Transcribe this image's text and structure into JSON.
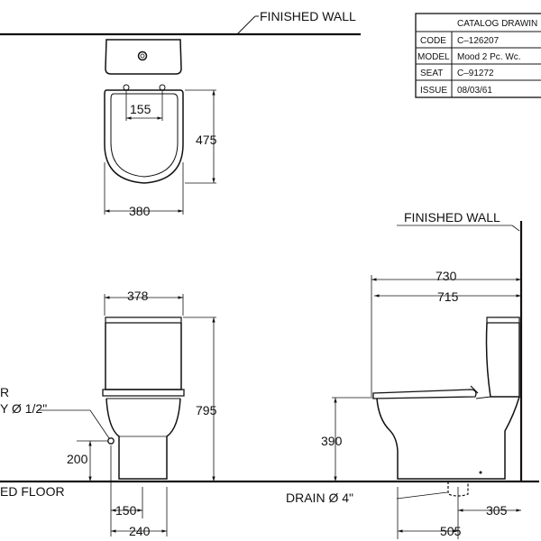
{
  "labels": {
    "finished_wall_top": "FINISHED  WALL",
    "finished_wall_right": "FINISHED  WALL",
    "finished_floor": "ED  FLOOR",
    "drain": "DRAIN Ø 4\"",
    "supply_line1": "R",
    "supply_line2": "Y Ø 1/2\""
  },
  "dimensions": {
    "seat_hole_spacing": "155",
    "seat_depth": "475",
    "seat_width": "380",
    "tank_width": "378",
    "total_height": "795",
    "supply_height": "200",
    "supply_offset": "150",
    "base_width": "240",
    "overall_depth": "730",
    "bowl_depth": "715",
    "seat_height": "390",
    "wall_to_drain": "305",
    "front_to_drain": "505"
  },
  "title_block": {
    "header": "CATALOG  DRAWIN",
    "rows": [
      {
        "key": "CODE",
        "value": "C–126207"
      },
      {
        "key": "MODEL",
        "value": "Mood  2  Pc.  Wc."
      },
      {
        "key": "SEAT",
        "value": "C–91272"
      },
      {
        "key": "ISSUE",
        "value": "08/03/61"
      }
    ]
  }
}
